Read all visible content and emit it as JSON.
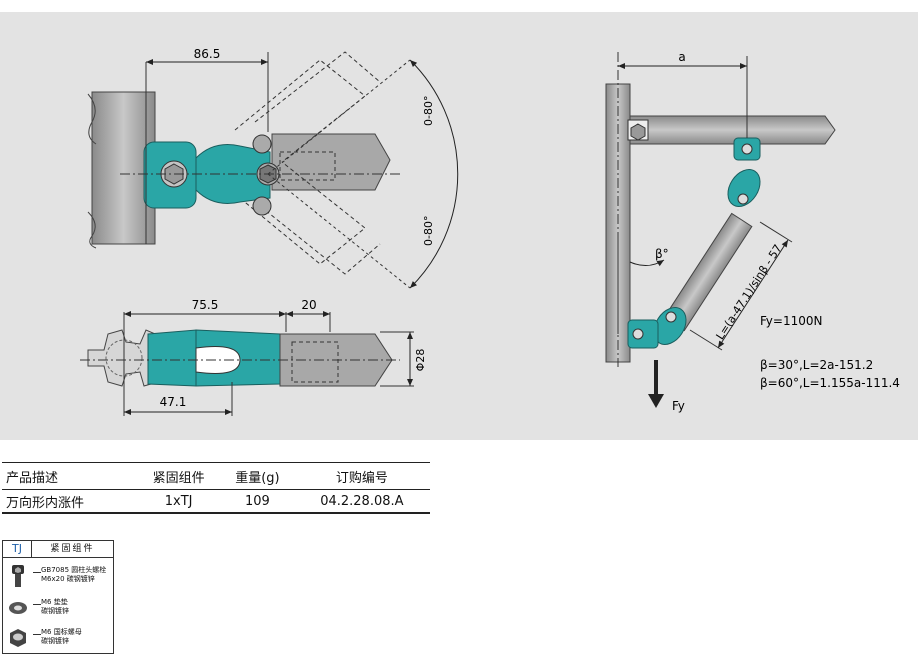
{
  "dimensions": {
    "top_width": "86.5",
    "angle_upper": "0-80°",
    "angle_lower": "0-80°",
    "side_width": "75.5",
    "side_extension": "20",
    "side_inner": "47.1",
    "diameter": "Φ28"
  },
  "application": {
    "dim_a": "a",
    "beta": "β°",
    "length_formula": "L=(a-47.1)/sinβ - 57",
    "force_label": "Fy=1100N",
    "force_arrow_label": "Fy",
    "case_30": "β=30°,L=2a-151.2",
    "case_60": "β=60°,L=1.155a-111.4"
  },
  "table": {
    "headers": [
      "产品描述",
      "紧固组件",
      "重量(g)",
      "订购编号"
    ],
    "row": [
      "万向形内涨件",
      "1xTJ",
      "109",
      "04.2.28.08.A"
    ]
  },
  "fasteners": {
    "code": "TJ",
    "title": "紧固组件",
    "items": [
      {
        "line1": "GB7085 圆柱头螺栓",
        "line2": "M6x20 碳钢镀锌",
        "icon": "socket-head-bolt-icon"
      },
      {
        "line1": "M6 垫垫",
        "line2": "碳钢镀锌",
        "icon": "washer-icon"
      },
      {
        "line1": "M6 国标螺母",
        "line2": "碳钢镀锌",
        "icon": "hex-nut-icon"
      }
    ]
  },
  "colors": {
    "connector": "#2aa6a6",
    "profile": "#9c9c9c",
    "panel": "#e3e3e3"
  }
}
